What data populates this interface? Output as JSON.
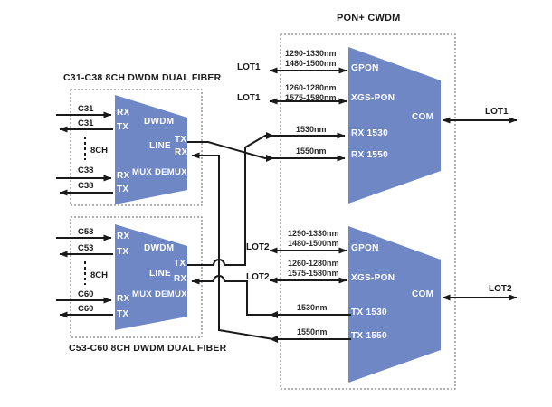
{
  "titles": {
    "pon": "PON+ CWDM",
    "dwdm_top": "C31-C38 8CH DWDM DUAL FIBER",
    "dwdm_bottom": "C53-C60 8CH DWDM DUAL FIBER"
  },
  "colors": {
    "trapezoid": "#6f87c5",
    "line": "#1a1a1a",
    "dash_border": "#666666"
  },
  "dwdm_top": {
    "rx_in_label": "C31",
    "tx_out_label": "C31",
    "group": "8CH",
    "rx2_in_label": "C38",
    "tx2_out_label": "C38",
    "port_rx1": "RX",
    "port_tx1": "TX",
    "port_rx2": "RX",
    "port_tx2": "TX",
    "name": "DWDM",
    "line": "LINE",
    "mux": "MUX DEMUX",
    "line_tx": "TX",
    "line_rx": "RX"
  },
  "dwdm_bottom": {
    "rx_in_label": "C53",
    "tx_out_label": "C53",
    "group": "8CH",
    "rx2_in_label": "C60",
    "tx2_out_label": "C60",
    "port_rx1": "RX",
    "port_tx1": "TX",
    "port_rx2": "RX",
    "port_tx2": "TX",
    "name": "DWDM",
    "line": "LINE",
    "mux": "MUX DEMUX",
    "line_tx": "TX",
    "line_rx": "RX"
  },
  "pon_top": {
    "wl_gpon_1": "1290-1330nm",
    "wl_gpon_2": "1480-1500nm",
    "port_gpon": "GPON",
    "wl_xgs_1": "1260-1280nm",
    "wl_xgs_2": "1575-1580nm",
    "port_xgs": "XGS-PON",
    "port_com": "COM",
    "wl_1530": "1530nm",
    "port_1530": "RX 1530",
    "wl_1550": "1550nm",
    "port_1550": "RX 1550",
    "lot_gpon": "LOT1",
    "lot_xgs": "LOT1",
    "lot_com": "LOT1"
  },
  "pon_bottom": {
    "wl_gpon_1": "1290-1330nm",
    "wl_gpon_2": "1480-1500nm",
    "port_gpon": "GPON",
    "wl_xgs_1": "1260-1280nm",
    "wl_xgs_2": "1575-1580nm",
    "port_xgs": "XGS-PON",
    "port_com": "COM",
    "wl_1530": "1530nm",
    "port_1530": "TX 1530",
    "wl_1550": "1550nm",
    "port_1550": "TX 1550",
    "lot_gpon": "LOT2",
    "lot_xgs": "LOT2",
    "lot_com": "LOT2"
  },
  "connections": [
    {
      "from": "C31-C38 DWDM LINE TX",
      "to": "PON+CWDM upper RX 1550"
    },
    {
      "from": "C53-C60 DWDM LINE TX",
      "to": "PON+CWDM upper RX 1530"
    },
    {
      "from": "PON+CWDM lower TX 1550",
      "to": "C31-C38 DWDM LINE RX"
    },
    {
      "from": "PON+CWDM lower TX 1530",
      "to": "C53-C60 DWDM LINE RX"
    },
    {
      "from": "PON+CWDM upper COM",
      "to": "LOT1"
    },
    {
      "from": "PON+CWDM lower COM",
      "to": "LOT2"
    },
    {
      "from": "PON+CWDM upper GPON",
      "to": "LOT1"
    },
    {
      "from": "PON+CWDM upper XGS-PON",
      "to": "LOT1"
    },
    {
      "from": "PON+CWDM lower GPON",
      "to": "LOT2"
    },
    {
      "from": "PON+CWDM lower XGS-PON",
      "to": "LOT2"
    }
  ]
}
